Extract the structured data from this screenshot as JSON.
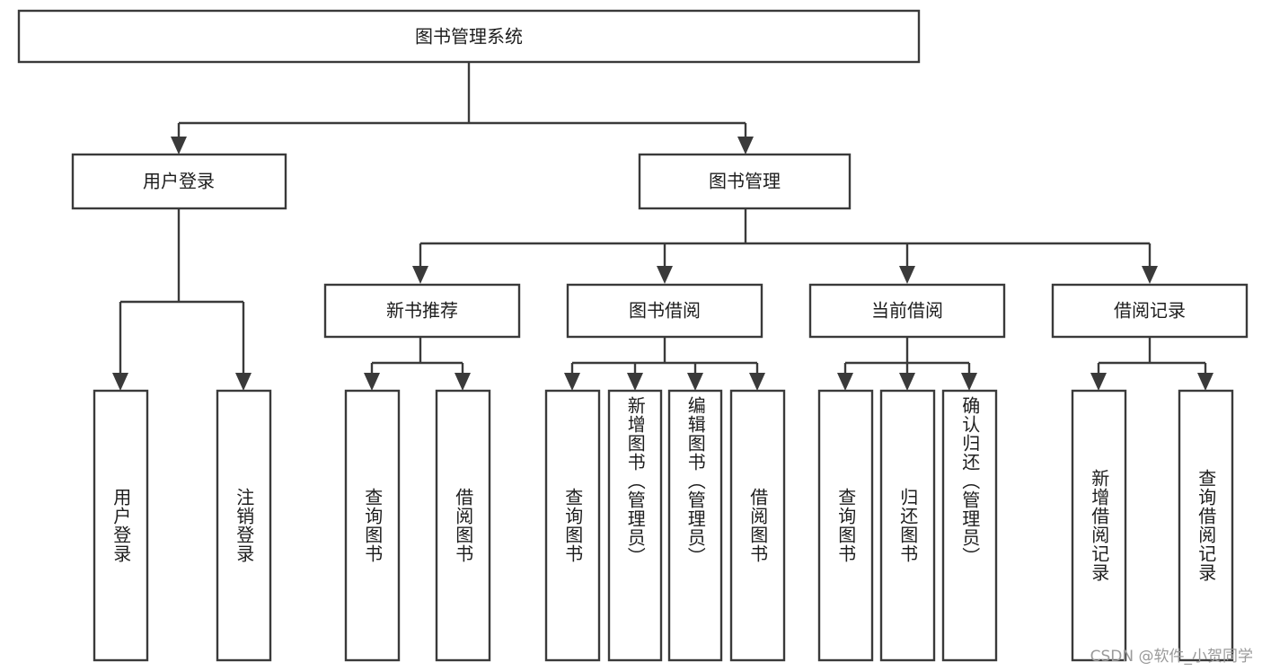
{
  "diagram": {
    "type": "tree",
    "title": "图书管理系统",
    "orientation": "top-down",
    "colors": {
      "box_stroke": "#3a3a3a",
      "box_fill": "#ffffff",
      "connector": "#3a3a3a",
      "text": "#1d1d1d",
      "watermark": "#9a9a9a",
      "background": "#ffffff"
    },
    "root": {
      "label": "图书管理系统",
      "level": 0
    },
    "level1": [
      {
        "label": "用户登录"
      },
      {
        "label": "图书管理"
      }
    ],
    "level2": [
      {
        "label": "新书推荐"
      },
      {
        "label": "图书借阅"
      },
      {
        "label": "当前借阅"
      },
      {
        "label": "借阅记录"
      }
    ],
    "leaves": {
      "user_login": [
        {
          "label": "用户登录"
        },
        {
          "label": "注销登录"
        }
      ],
      "new_book_recommend": [
        {
          "label": "查询图书"
        },
        {
          "label": "借阅图书"
        }
      ],
      "book_borrow": [
        {
          "label": "查询图书"
        },
        {
          "label": "新增图书（管理员）"
        },
        {
          "label": "编辑图书（管理员）"
        },
        {
          "label": "借阅图书"
        }
      ],
      "current_borrow": [
        {
          "label": "查询图书"
        },
        {
          "label": "归还图书"
        },
        {
          "label": "确认归还（管理员）"
        }
      ],
      "borrow_record": [
        {
          "label": "新增借阅记录"
        },
        {
          "label": "查询借阅记录"
        }
      ]
    }
  },
  "watermark": {
    "text": "CSDN @软件_小贺同学"
  }
}
